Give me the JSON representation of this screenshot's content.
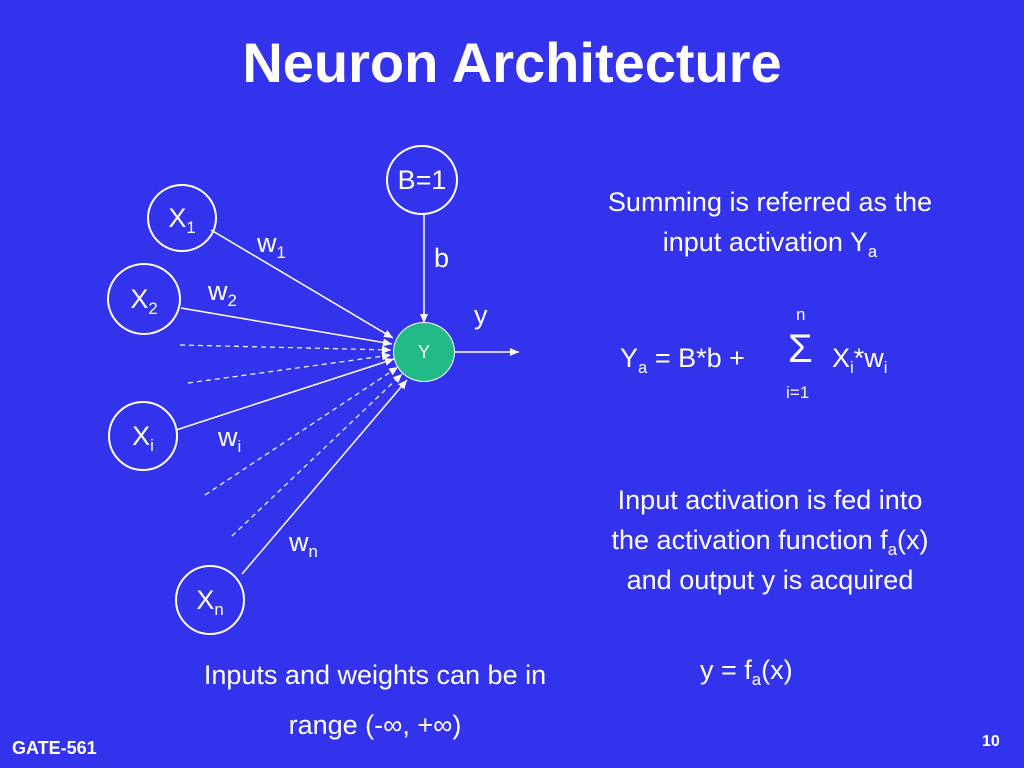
{
  "slide": {
    "title": "Neuron Architecture",
    "footer_left": "GATE-561",
    "page_number": "10"
  },
  "diagram": {
    "nodes": {
      "bias": "B=1",
      "output_node": "Y",
      "x1": {
        "base": "X",
        "sub": "1"
      },
      "x2": {
        "base": "X",
        "sub": "2"
      },
      "xi": {
        "base": "X",
        "sub": "i"
      },
      "xn": {
        "base": "X",
        "sub": "n"
      }
    },
    "weights": {
      "w1": {
        "base": "w",
        "sub": "1"
      },
      "w2": {
        "base": "w",
        "sub": "2"
      },
      "wi": {
        "base": "w",
        "sub": "i"
      },
      "wn": {
        "base": "w",
        "sub": "n"
      }
    },
    "bias_weight": "b",
    "output_label": "y"
  },
  "text": {
    "summing_line1": "Summing is referred as the",
    "summing_line2": "input activation Y",
    "summing_line2_sub": "a",
    "formula": {
      "lhs_base": "Y",
      "lhs_sub": "a",
      "mid": " = B*b + ",
      "sigma": "Σ",
      "upper": "n",
      "lower": "i=1",
      "term_x": "X",
      "term_x_sub": "i",
      "term_mul": "*w",
      "term_w_sub": "i"
    },
    "fed_line1": "Input activation is fed into",
    "fed_line2_pre": "the activation function f",
    "fed_line2_sub": "a",
    "fed_line2_post": "(x)",
    "fed_line3": "and output y is acquired",
    "range_line1": "Inputs and weights can be in",
    "range_line2": "range (-∞, +∞)",
    "output_eq_pre": "y = f",
    "output_eq_sub": "a",
    "output_eq_post": "(x)"
  },
  "colors": {
    "background": "#3333ee",
    "output_node_fill": "#22bb88",
    "text": "#ffffff"
  }
}
